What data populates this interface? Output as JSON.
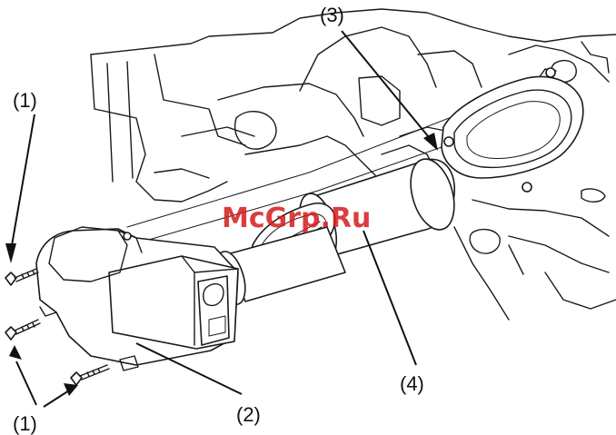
{
  "callouts": {
    "screw_top": "(1)",
    "screw_bottom": "(1)",
    "cover": "(2)",
    "housing": "(3)",
    "filter": "(4)"
  },
  "watermark": "McGrp.Ru",
  "colors": {
    "line": "#1a1a1a",
    "watermark": "#d31c1c",
    "background": "#ffffff"
  }
}
